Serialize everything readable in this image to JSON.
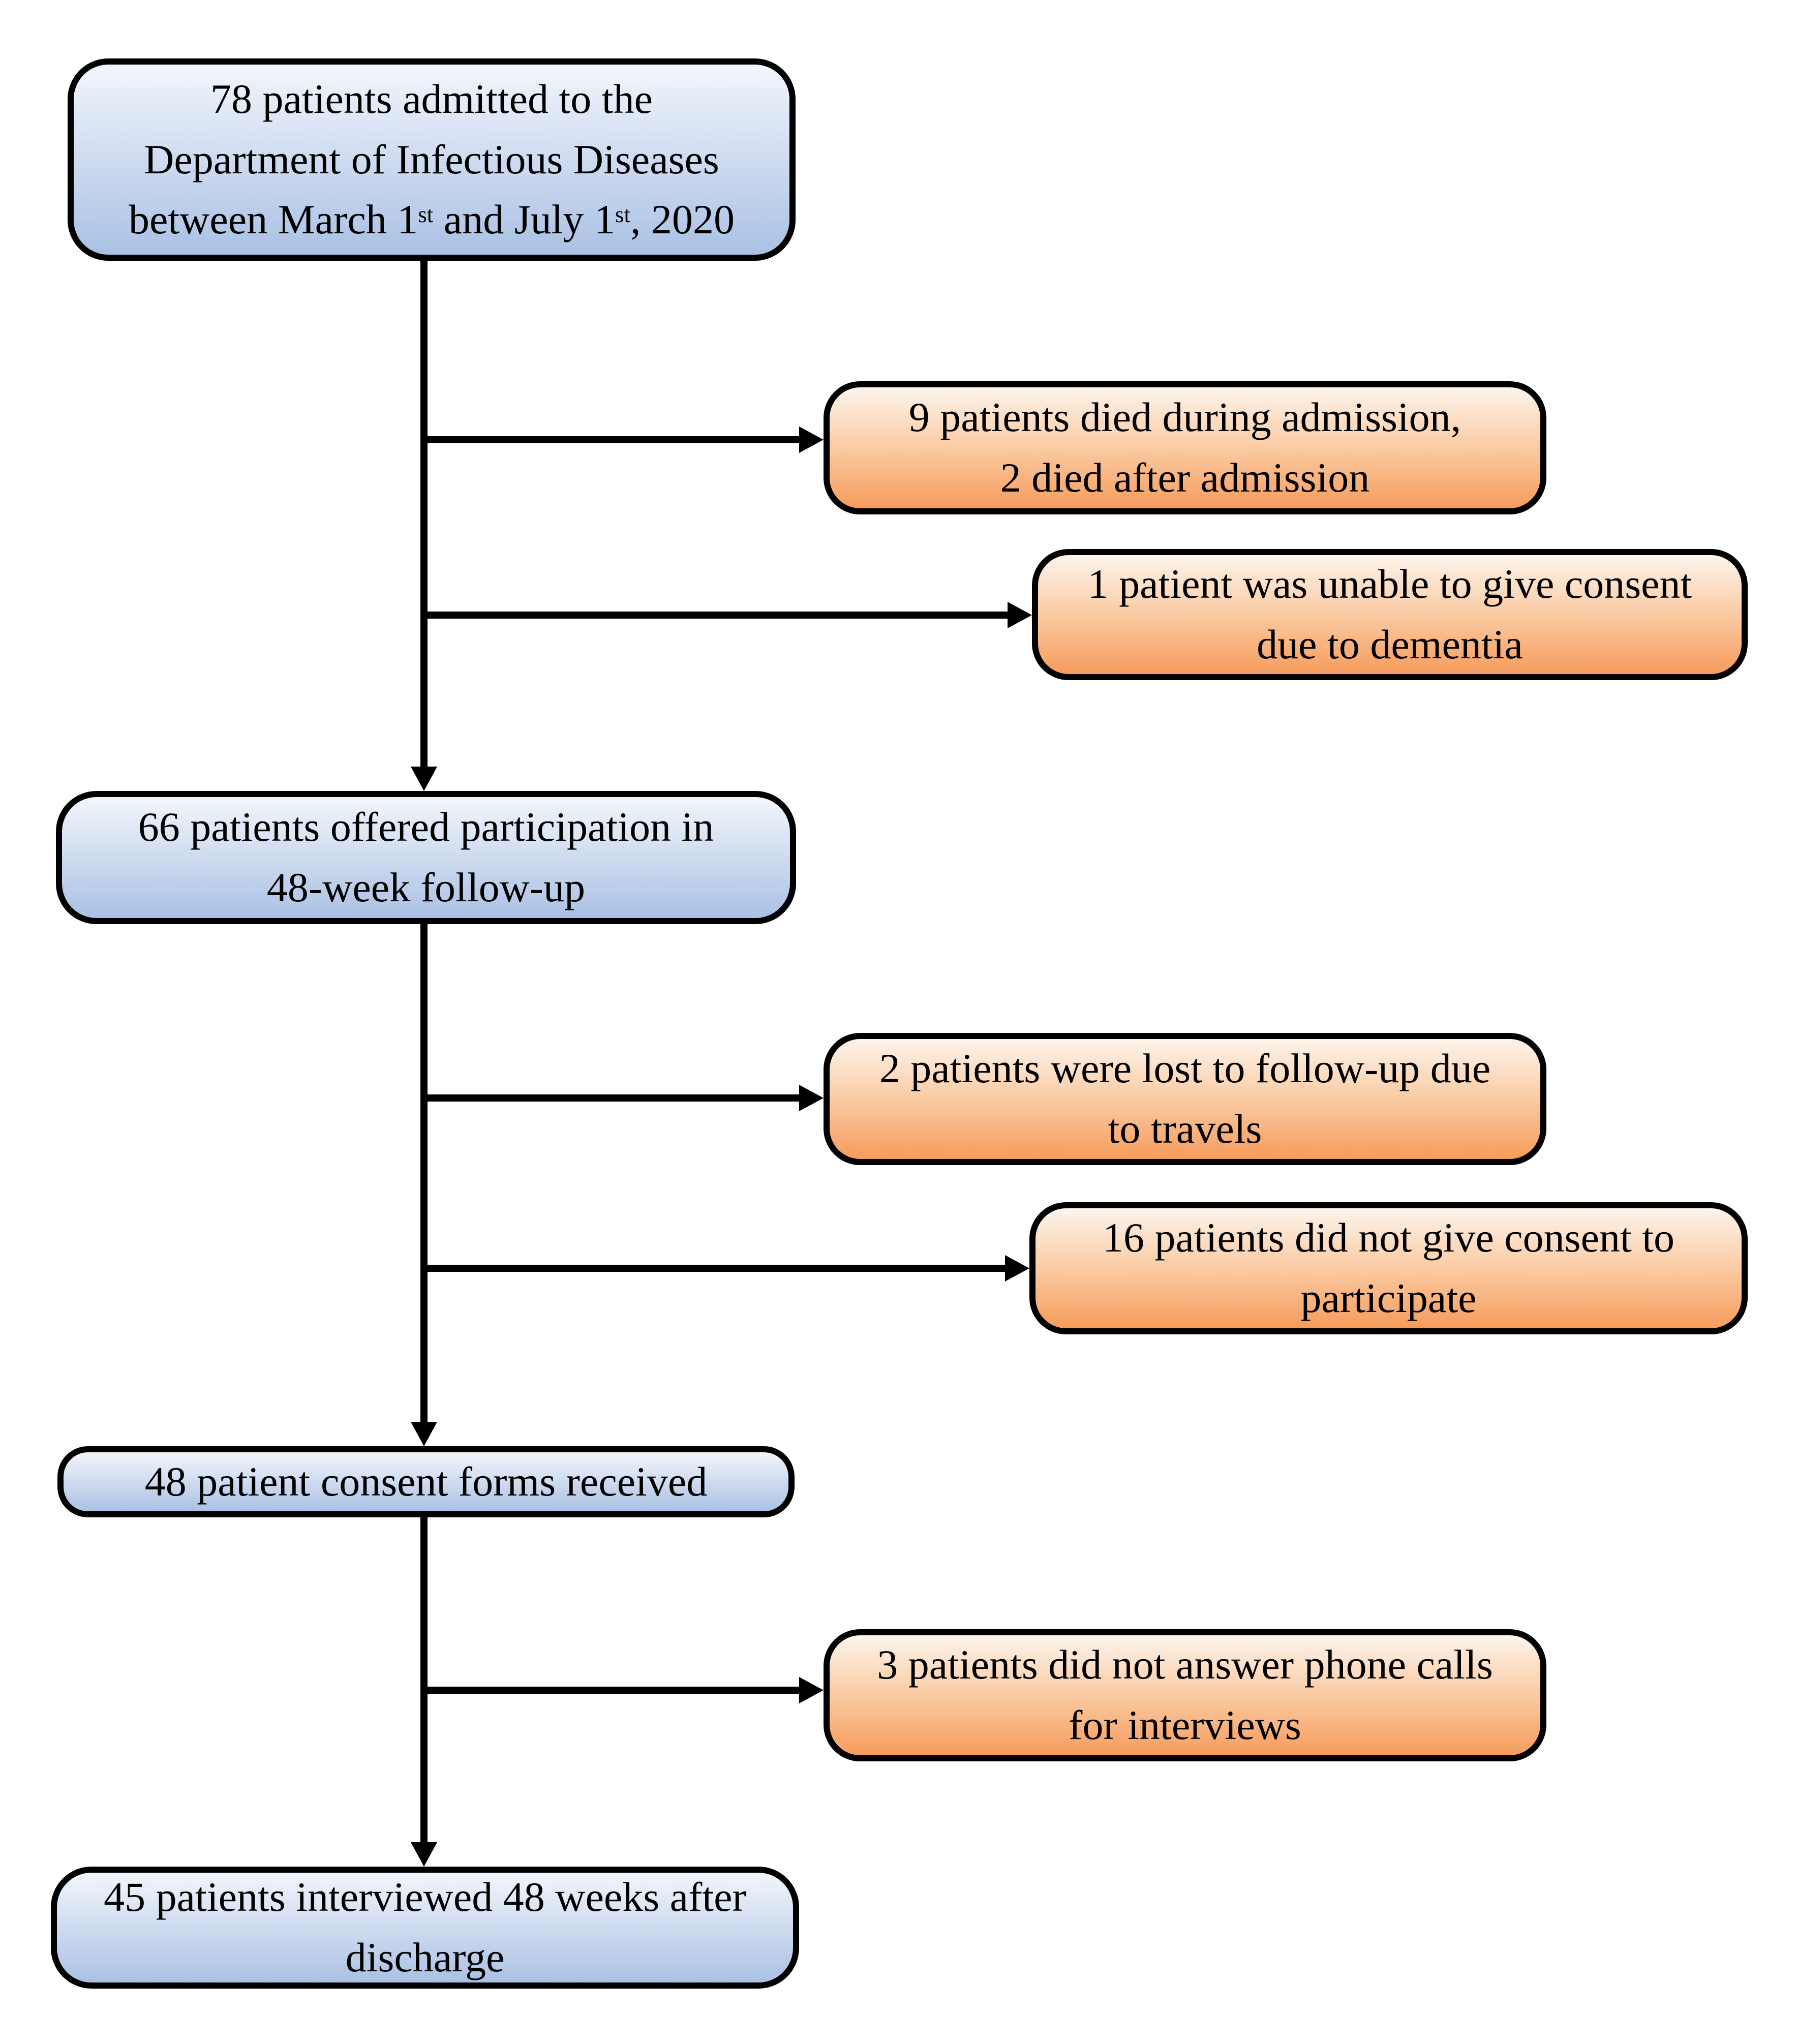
{
  "figure": {
    "type": "patient-flow-diagram",
    "background": "#ffffff"
  },
  "colors": {
    "blue_box_top": "#f2f6fc",
    "blue_box_mid": "#cddaef",
    "blue_box_bottom": "#aac1e4",
    "orange_box_top": "#fdf4ec",
    "orange_box_mid": "#fac9a0",
    "orange_box_bottom": "#f69c5c",
    "border_and_lines": "#000000",
    "text": "#000000"
  },
  "boxes": {
    "admitted": {
      "lines": [
        "78 patients admitted to the",
        "Department of Infectious Diseases"
      ],
      "date_line": {
        "part1": "between March 1",
        "sup1": "st",
        "part2": " and July 1",
        "sup2": "st",
        "part3": ", 2020"
      }
    },
    "died": {
      "lines": [
        "9 patients died during admission,",
        "2 died after admission"
      ]
    },
    "dementia": {
      "lines": [
        "1 patient was unable to give consent",
        "due to dementia"
      ]
    },
    "offered": {
      "lines": [
        "66 patients offered participation in",
        "48-week follow-up"
      ]
    },
    "lost_followup": {
      "lines": [
        "2 patients were lost to follow-up due",
        "to travels"
      ]
    },
    "no_consent": {
      "lines": [
        "16 patients did not give consent to",
        "participate"
      ]
    },
    "consent_received": {
      "lines": [
        "48 patient consent forms received"
      ]
    },
    "no_answer": {
      "lines": [
        "3 patients did not answer phone calls",
        "for interviews"
      ]
    },
    "interviewed": {
      "lines": [
        "45 patients interviewed 48 weeks after",
        "discharge"
      ]
    }
  }
}
